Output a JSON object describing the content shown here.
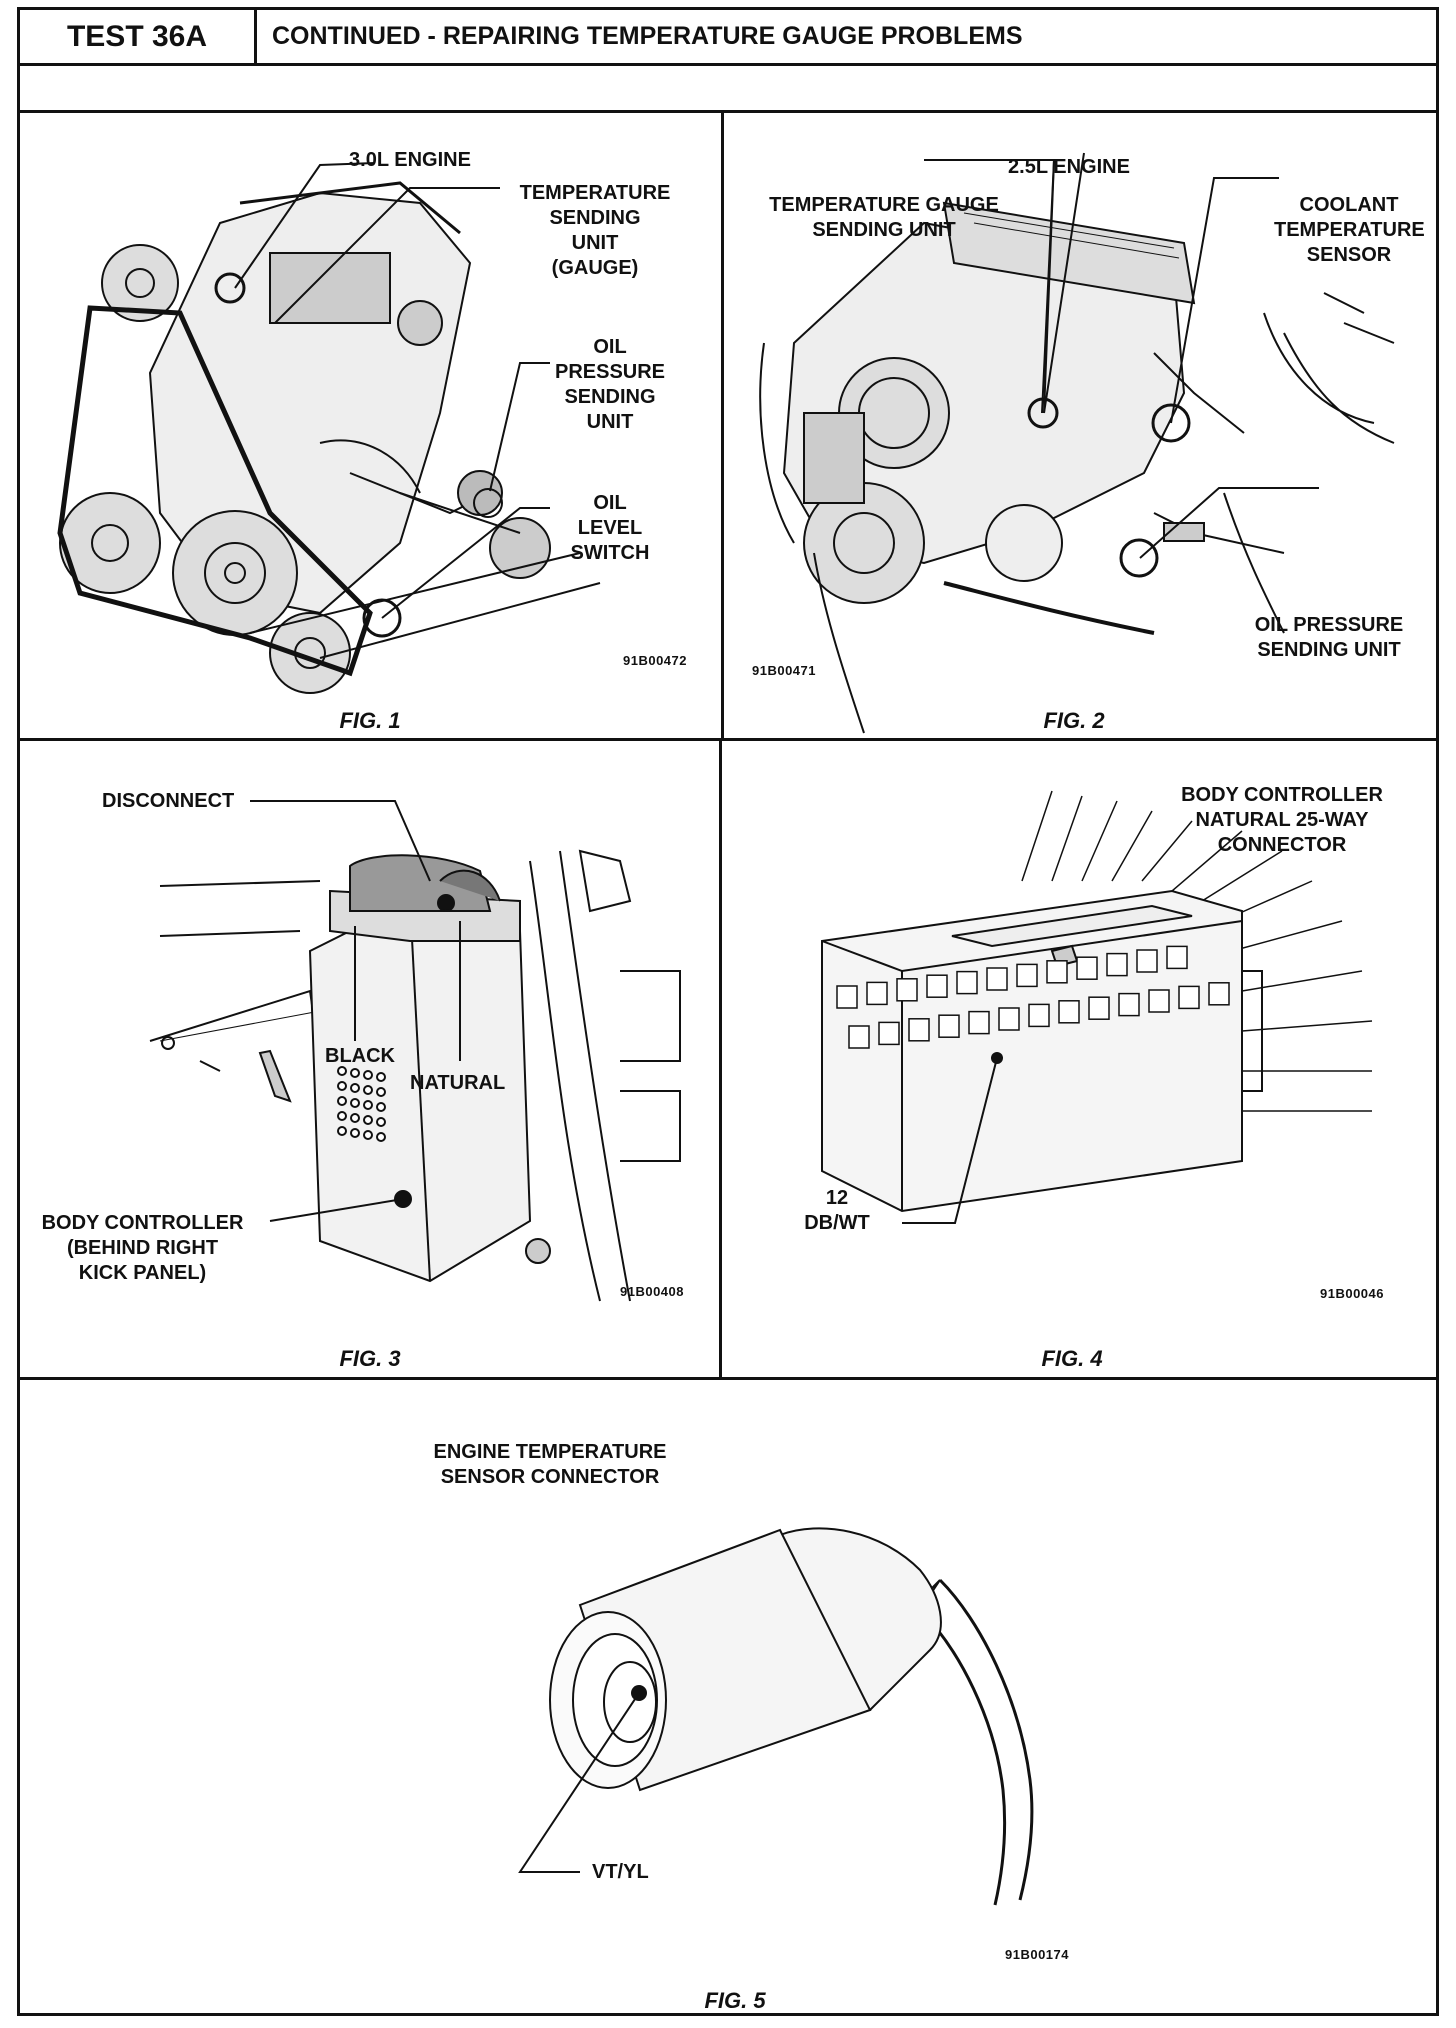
{
  "header": {
    "test_id": "TEST 36A",
    "title": "CONTINUED - REPAIRING TEMPERATURE GAUGE PROBLEMS"
  },
  "fig1": {
    "engine": "3.0L ENGINE",
    "temp_sending_unit": [
      "TEMPERATURE",
      "SENDING",
      "UNIT",
      "(GAUGE)"
    ],
    "oil_pressure": [
      "OIL",
      "PRESSURE",
      "SENDING",
      "UNIT"
    ],
    "oil_level": [
      "OIL",
      "LEVEL",
      "SWITCH"
    ],
    "ref": "91B00472",
    "caption": "FIG. 1"
  },
  "fig2": {
    "engine": "2.5L ENGINE",
    "temp_gauge": [
      "TEMPERATURE GAUGE",
      "SENDING UNIT"
    ],
    "coolant": [
      "COOLANT",
      "TEMPERATURE",
      "SENSOR"
    ],
    "oil_pressure": [
      "OIL PRESSURE",
      "SENDING UNIT"
    ],
    "ref": "91B00471",
    "caption": "FIG. 2"
  },
  "fig3": {
    "disconnect": "DISCONNECT",
    "black": "BLACK",
    "natural": "NATURAL",
    "body_controller": [
      "BODY CONTROLLER",
      "(BEHIND RIGHT",
      "KICK PANEL)"
    ],
    "ref": "91B00408",
    "caption": "FIG. 3"
  },
  "fig4": {
    "title": [
      "BODY CONTROLLER",
      "NATURAL 25-WAY",
      "CONNECTOR"
    ],
    "pin": [
      "12",
      "DB/WT"
    ],
    "ref": "91B00046",
    "caption": "FIG. 4"
  },
  "fig5": {
    "title": [
      "ENGINE TEMPERATURE",
      "SENSOR CONNECTOR"
    ],
    "wire": "VT/YL",
    "ref": "91B00174",
    "caption": "FIG. 5"
  }
}
